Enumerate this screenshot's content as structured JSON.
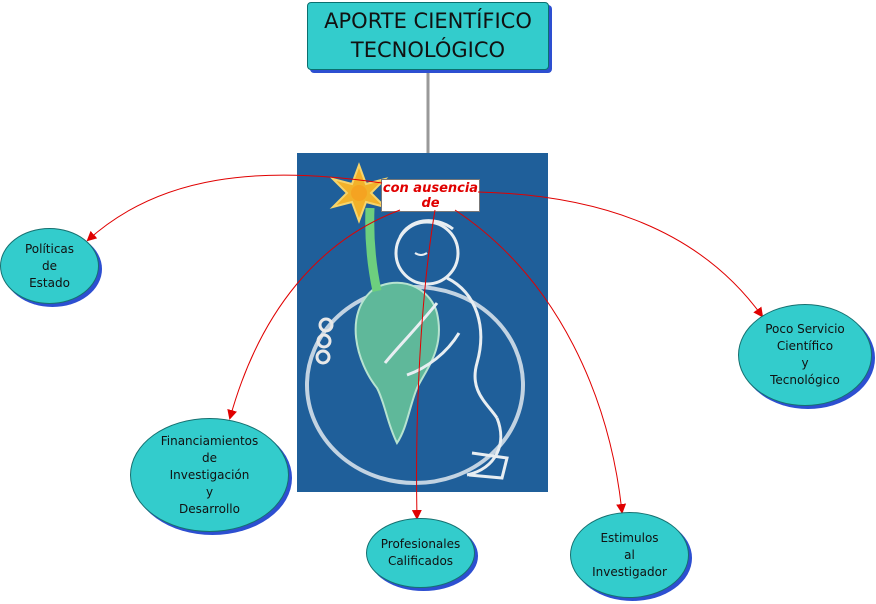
{
  "title": {
    "line1": "APORTE CIENTÍFICO",
    "line2": "TECNOLÓGICO"
  },
  "linking_phrase": {
    "line1": "con ausencia",
    "line2": "de"
  },
  "picture": {
    "icon": "child-hugging-earth-drawing-icon"
  },
  "nodes": {
    "politicas": {
      "line1": "Políticas",
      "line2": "de",
      "line3": "Estado"
    },
    "financiamientos": {
      "line1": "Financiamientos",
      "line2": "de",
      "line3": "Investigación",
      "line4": "y",
      "line5": "Desarrollo"
    },
    "profesionales": {
      "line1": "Profesionales",
      "line2": "Calificados"
    },
    "estimulos": {
      "line1": "Estimulos",
      "line2": "al",
      "line3": "Investigador"
    },
    "poco_servicio": {
      "line1": "Poco Servicio",
      "line2": "Científico",
      "line3": "y",
      "line4": "Tecnológico"
    }
  },
  "colors": {
    "node_fill": "#33cccc",
    "node_shadow": "#2d4fd1",
    "arrow_red": "#e00000",
    "arrow_gray": "#999999",
    "picture_background": "#1f5f9a"
  }
}
